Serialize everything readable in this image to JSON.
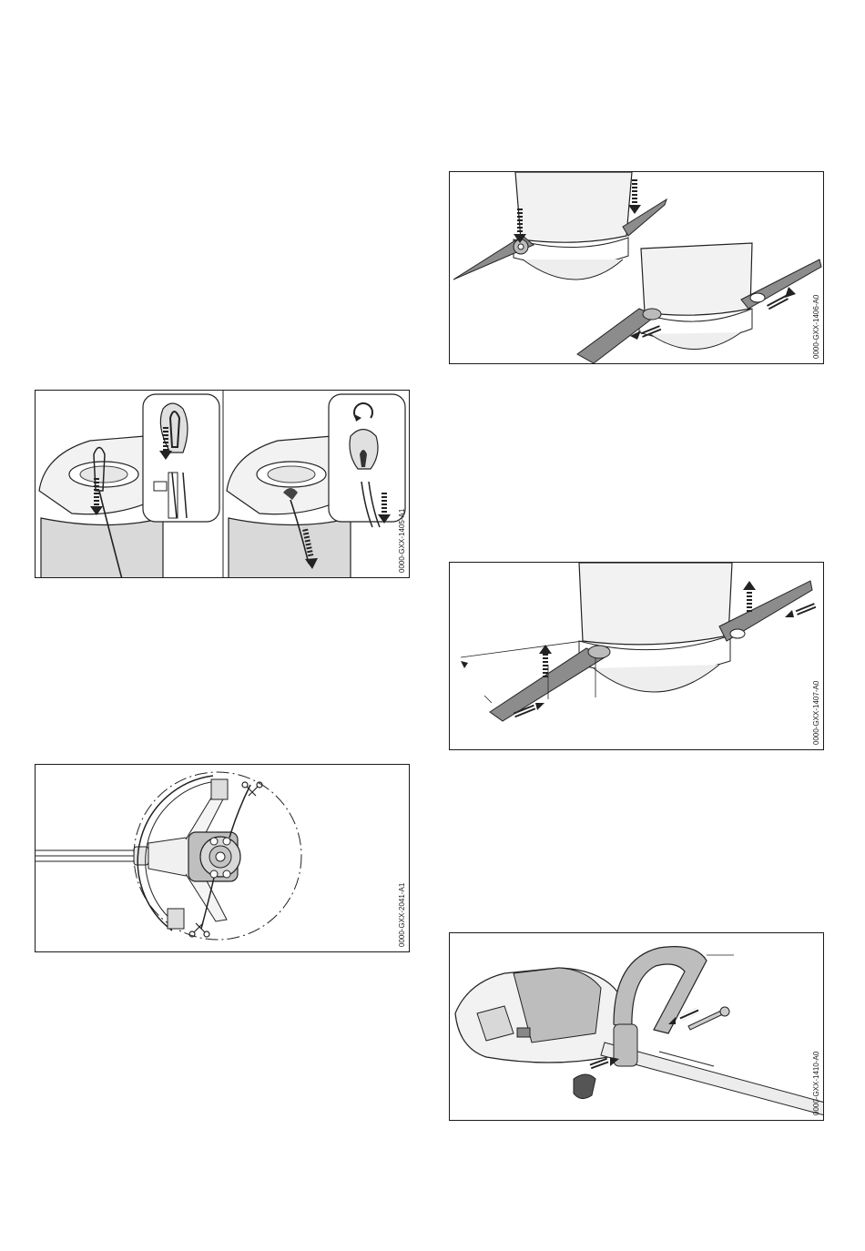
{
  "figures": {
    "fig_1405": {
      "code": "0000-GXX-1405-A1"
    },
    "fig_2041": {
      "code": "0000-GXX-2041-A1"
    },
    "fig_1406": {
      "code": "0000-GXX-1406-A0"
    },
    "fig_1407": {
      "code": "0000-GXX-1407-A0"
    },
    "fig_1410": {
      "code": "0000-GXX-1410-A0"
    }
  },
  "icons": [
    "scissors-icon",
    "arrow-down-icon",
    "arrow-up-icon",
    "arrow-right-icon",
    "arrow-left-icon",
    "rotate-icon"
  ]
}
